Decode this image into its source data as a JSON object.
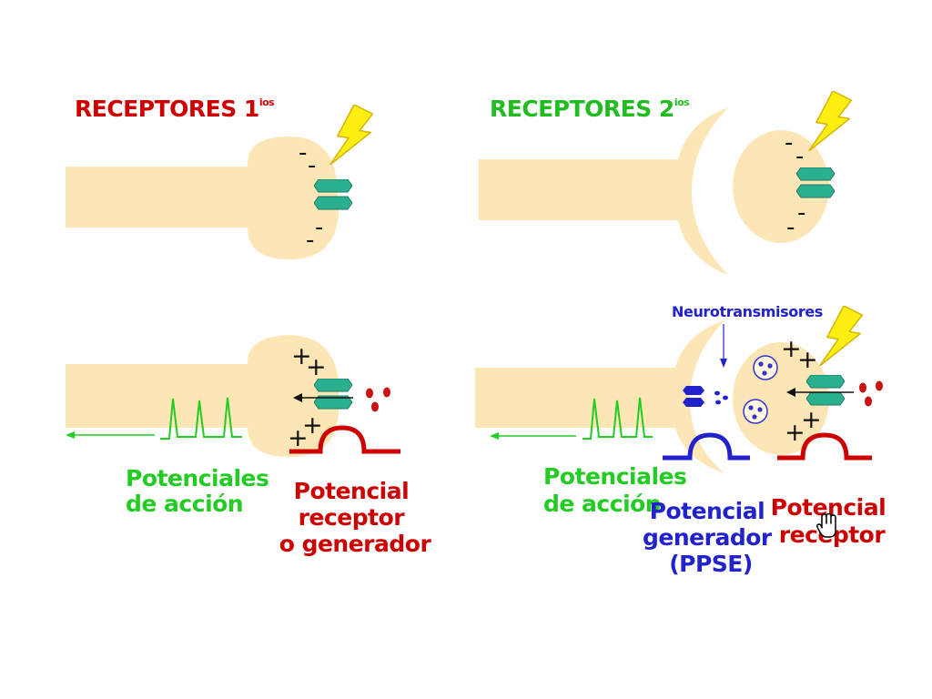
{
  "colors": {
    "fiber": "#fde6b5",
    "title_primary": "#cc0000",
    "title_secondary": "#22bb22",
    "green": "#22cc22",
    "red": "#cc0000",
    "blue": "#2222cc",
    "channel": "#2bb08f",
    "bolt": "#ffee11",
    "vesicle_dot": "#3333cc",
    "ion": "#cc1111"
  },
  "icons": {
    "bolt": "lightning-bolt-icon",
    "cursor": "hand-cursor-icon"
  },
  "panel_top_left": {
    "title": "RECEPTORES 1",
    "title_sup": "ios",
    "charges": [
      "-",
      "-",
      "-",
      "-"
    ]
  },
  "panel_top_right": {
    "title": "RECEPTORES 2",
    "title_sup": "ios",
    "charges": [
      "-",
      "-",
      "-",
      "-"
    ]
  },
  "panel_bottom_left": {
    "charges": [
      "+",
      "+",
      "+",
      "+"
    ],
    "label_action": [
      "Potenciales",
      "de acción"
    ],
    "label_receptor": [
      "Potencial",
      "receptor",
      "o generador"
    ]
  },
  "panel_bottom_right": {
    "neurotransmitters_label": "Neurotransmisores",
    "charges": [
      "+",
      "+",
      "+",
      "+"
    ],
    "label_action": [
      "Potenciales",
      "de acción"
    ],
    "label_generator": [
      "Potencial",
      "generador",
      "(PPSE)"
    ],
    "label_receptor": [
      "Potencial",
      "receptor"
    ]
  }
}
